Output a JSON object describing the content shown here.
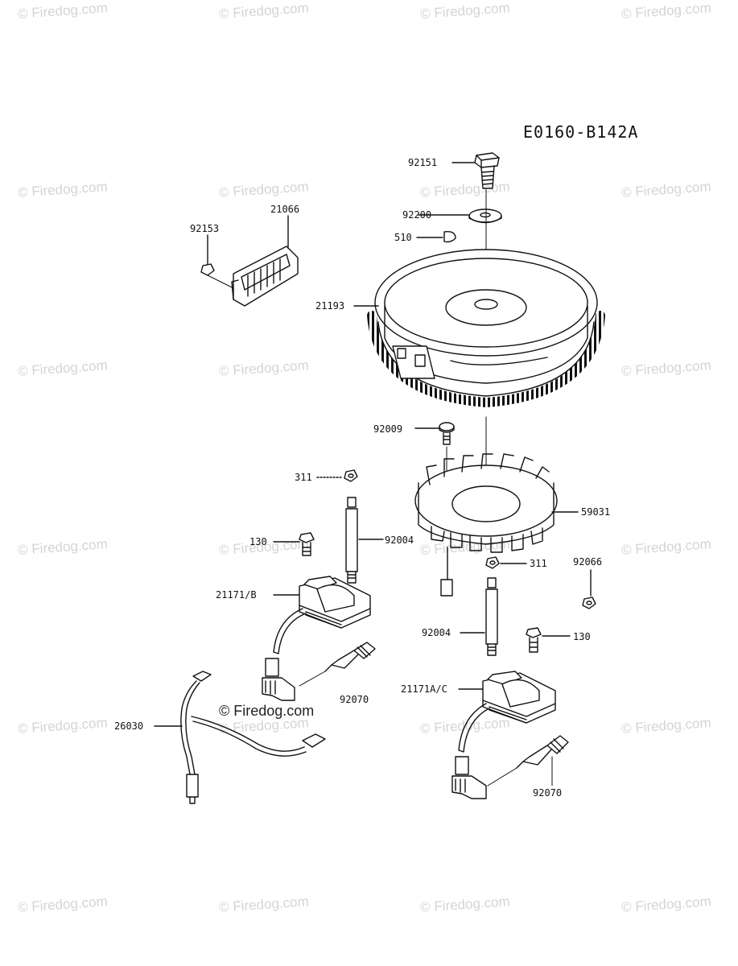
{
  "diagram_id": "E0160-B142A",
  "watermark": "© Firedog.com",
  "watermark_center": "© Firedog.com",
  "parts": [
    {
      "number": "92151"
    },
    {
      "number": "92200"
    },
    {
      "number": "510"
    },
    {
      "number": "21066"
    },
    {
      "number": "92153"
    },
    {
      "number": "21193"
    },
    {
      "number": "92009"
    },
    {
      "number": "311"
    },
    {
      "number": "59031"
    },
    {
      "number": "130"
    },
    {
      "number": "92004"
    },
    {
      "number": "311"
    },
    {
      "number": "92066"
    },
    {
      "number": "21171/B"
    },
    {
      "number": "92004"
    },
    {
      "number": "130"
    },
    {
      "number": "92070"
    },
    {
      "number": "21171A/C"
    },
    {
      "number": "26030"
    },
    {
      "number": "92070"
    }
  ]
}
